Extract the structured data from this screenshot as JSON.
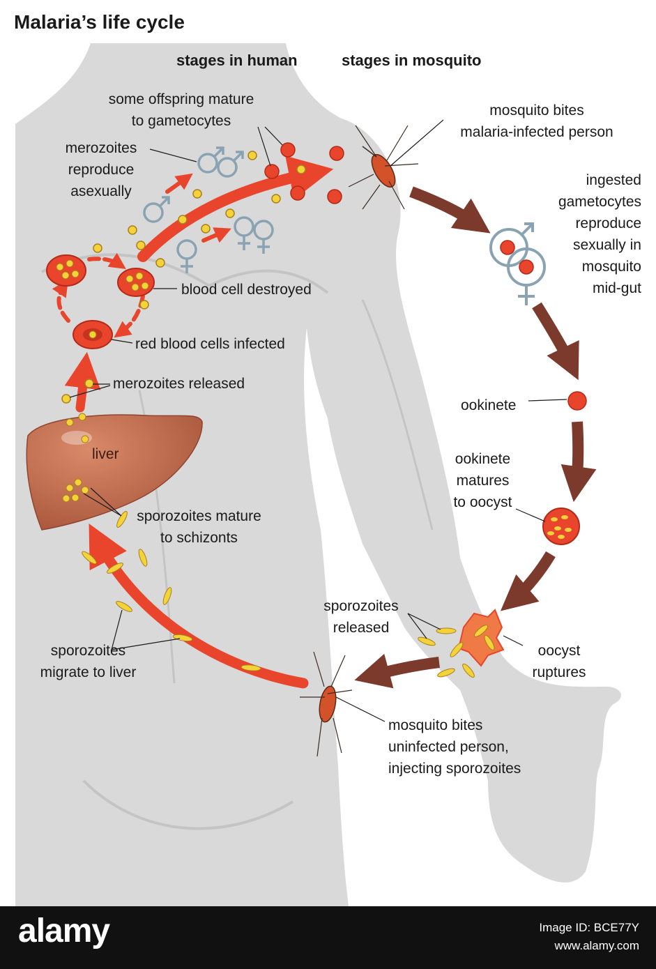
{
  "title": "Malaria’s life cycle",
  "headers": {
    "human": "stages in human",
    "mosquito": "stages in mosquito"
  },
  "labels": {
    "offspring_1": "some offspring mature",
    "offspring_2": "to gametocytes",
    "mero_repro_1": "merozoites",
    "mero_repro_2": "reproduce",
    "mero_repro_3": "asexually",
    "cell_destroyed": "blood cell destroyed",
    "rbc_infected": "red blood cells infected",
    "mero_released": "merozoites released",
    "liver": "liver",
    "spz_mature_1": "sporozoites mature",
    "spz_mature_2": "to schizonts",
    "spz_migrate_1": "sporozoites",
    "spz_migrate_2": "migrate to liver",
    "bite_infected_1": "mosquito bites",
    "bite_infected_2": "malaria-infected person",
    "ingested_1": "ingested",
    "ingested_2": "gametocytes",
    "ingested_3": "reproduce",
    "ingested_4": "sexually in",
    "ingested_5": "mosquito",
    "ingested_6": "mid-gut",
    "ookinete": "ookinete",
    "ook_mature_1": "ookinete",
    "ook_mature_2": "matures",
    "ook_mature_3": "to oocyst",
    "spz_released_1": "sporozoites",
    "spz_released_2": "released",
    "oocyst_rupt_1": "oocyst",
    "oocyst_rupt_2": "ruptures",
    "bite_uninf_1": "mosquito bites",
    "bite_uninf_2": "uninfected person,",
    "bite_uninf_3": "injecting sporozoites"
  },
  "symbols": {
    "male": "♂",
    "female": "♀"
  },
  "colors": {
    "human_arrow": "#e8452c",
    "mosquito_arrow": "#7b3a2c",
    "body": "#d9d9d9",
    "liver": "#bd6a4b",
    "parasite": "#f4d23a"
  },
  "watermark": {
    "brand": "alamy",
    "image_id": "Image ID: BCE77Y",
    "site": "www.alamy.com"
  }
}
